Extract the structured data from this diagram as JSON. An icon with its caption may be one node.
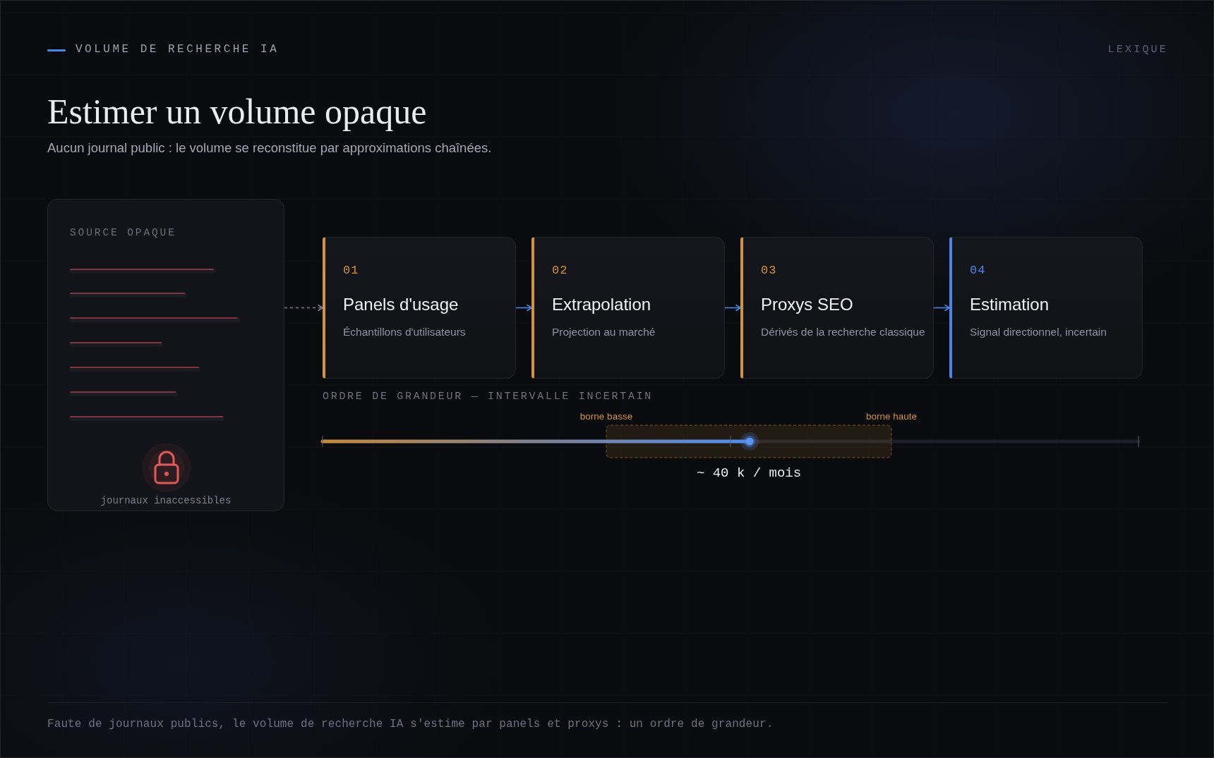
{
  "diagram": {
    "title": "Estimer un volume opaque",
    "caption": "Faute de journaux publics, le volume de recherche IA s'estime par panels et proxys : un ordre de grandeur.",
    "nodes": [
      {
        "text": [
          "SOURCE OPAQUE",
          "journaux inaccessibles"
        ]
      },
      {
        "text": [
          "01",
          "Panels d'usage",
          "Échantillons d'utilisateurs"
        ]
      },
      {
        "text": [
          "02",
          "Extrapolation",
          "Projection au marché"
        ]
      },
      {
        "text": [
          "03",
          "Proxys SEO",
          "Dérivés de la recherche classique"
        ]
      },
      {
        "text": [
          "04",
          "Estimation",
          "Signal directionnel, incertain"
        ]
      }
    ],
    "edges": [
      {
        "from": 0,
        "to": 1,
        "arrow": "to",
        "style": "dashed",
        "color": "#7a7f8c"
      },
      {
        "from": 1,
        "to": 2,
        "arrow": "to"
      },
      {
        "from": 2,
        "to": 3,
        "arrow": "to"
      },
      {
        "from": 3,
        "to": 4,
        "arrow": "to"
      }
    ],
    "labels": [
      "VOLUME DE RECHERCHE IA",
      "LEXIQUE",
      "Aucun journal public : le volume se reconstitue par approximations chaînées.",
      "ORDRE DE GRANDEUR — INTERVALLE INCERTAIN",
      "borne basse",
      "borne haute",
      "~ 40 k / mois"
    ]
  }
}
